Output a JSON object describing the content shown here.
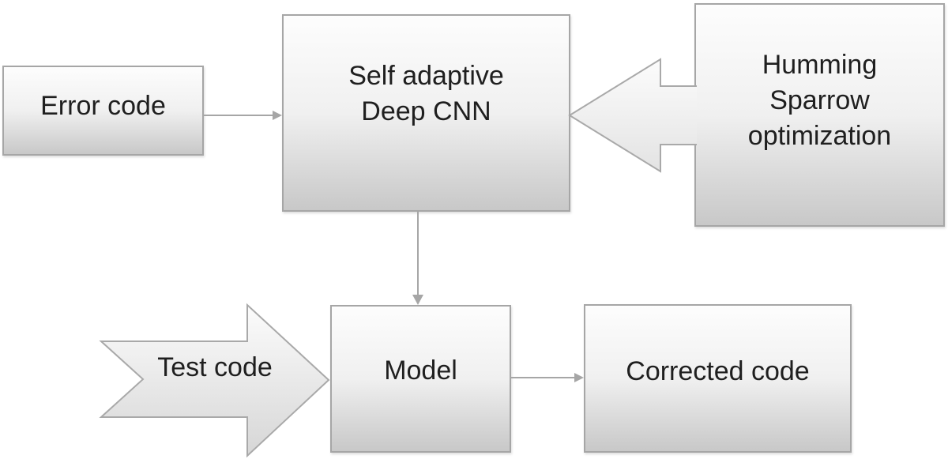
{
  "figure": {
    "background": "#ffffff",
    "colors": {
      "box_border": "#a6a6a6",
      "box_fill_top": "#fdfdfd",
      "box_fill_bottom": "#c8c8c8",
      "block_arrow_fill_top": "#fcfcfc",
      "block_arrow_fill_bottom": "#d6d6d6",
      "connector": "#a6a6a6",
      "text": "#1f1f1f"
    },
    "nodes": {
      "error_code": {
        "label": "Error code"
      },
      "self_adaptive_deep_cnn": {
        "lines": [
          "Self adaptive",
          "Deep CNN"
        ]
      },
      "humming_sparrow_optimization": {
        "lines": [
          "Humming",
          "Sparrow",
          "optimization"
        ]
      },
      "test_code": {
        "label": "Test code"
      },
      "model": {
        "label": "Model"
      },
      "corrected_code": {
        "label": "Corrected code"
      }
    },
    "connections": [
      {
        "from": "error_code",
        "to": "self_adaptive_deep_cnn",
        "style": "thin-arrow"
      },
      {
        "from": "humming_sparrow_optimization",
        "to": "self_adaptive_deep_cnn",
        "style": "block-arrow"
      },
      {
        "from": "self_adaptive_deep_cnn",
        "to": "model",
        "style": "thin-arrow"
      },
      {
        "from": "test_code",
        "to": "model",
        "style": "block-arrow"
      },
      {
        "from": "model",
        "to": "corrected_code",
        "style": "thin-arrow"
      }
    ]
  }
}
